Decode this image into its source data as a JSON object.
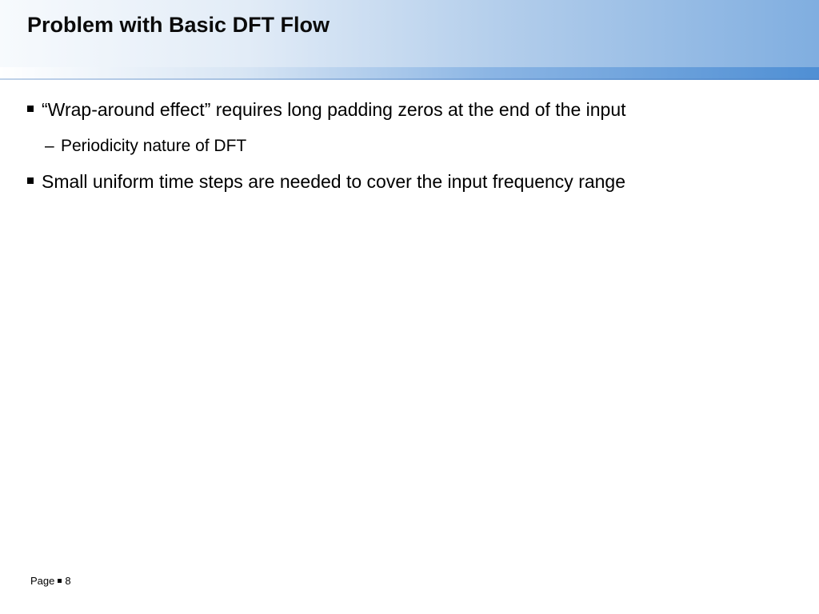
{
  "title": "Problem with Basic DFT Flow",
  "bullets": [
    "“Wrap-around effect” requires long padding zeros at the end of the input",
    "Periodicity nature of DFT",
    "Small uniform time steps are needed to cover the input frequency range"
  ],
  "footer": {
    "label": "Page",
    "number": "8"
  }
}
